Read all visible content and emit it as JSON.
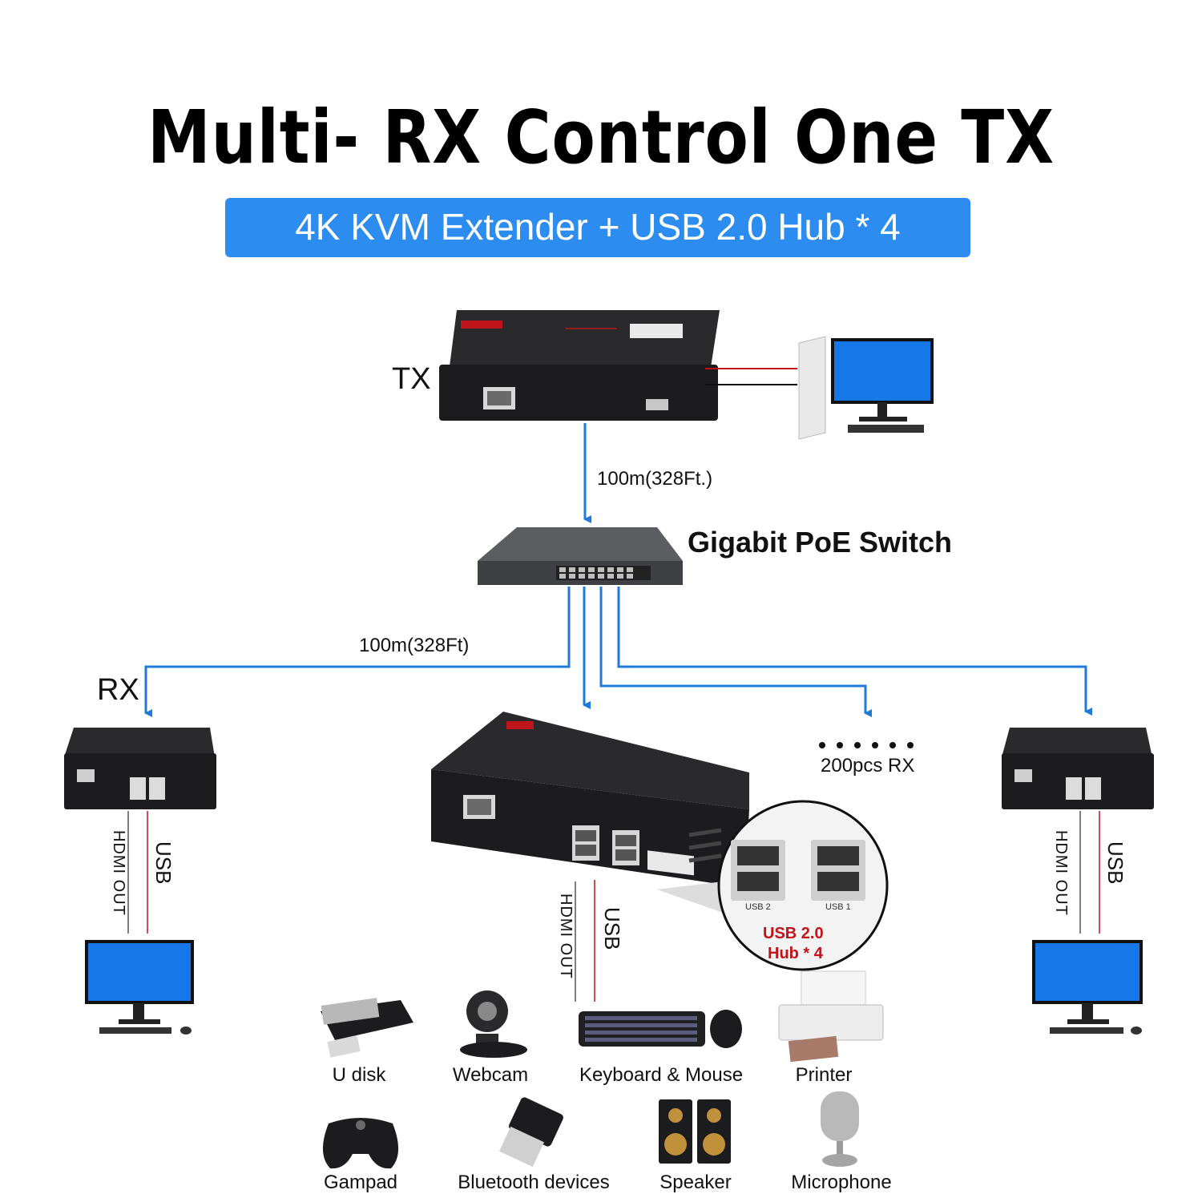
{
  "title": "Multi- RX  Control  One TX",
  "subtitle": "4K KVM Extender + USB 2.0  Hub * 4",
  "labels": {
    "tx": "TX",
    "rx": "RX",
    "switch": "Gigabit  PoE  Switch",
    "distance_top": "100m(328Ft.)",
    "distance_bottom": "100m(328Ft)",
    "more_rx": "200pcs RX",
    "hdmi_out": "HDMI OUT",
    "usb": "USB",
    "hub_callout_line1": "USB 2.0",
    "hub_callout_line2": "Hub * 4",
    "usb1": "USB 1",
    "usb2": "USB 2"
  },
  "devices": [
    {
      "name": "U disk",
      "icon": "usb-flash-drive-icon"
    },
    {
      "name": "Webcam",
      "icon": "webcam-icon"
    },
    {
      "name": "Keyboard & Mouse",
      "icon": "keyboard-mouse-icon"
    },
    {
      "name": "Printer",
      "icon": "printer-icon"
    },
    {
      "name": "Gampad",
      "icon": "gamepad-icon"
    },
    {
      "name": "Bluetooth devices",
      "icon": "bluetooth-dongle-icon"
    },
    {
      "name": "Speaker",
      "icon": "speaker-icon"
    },
    {
      "name": "Microphone",
      "icon": "microphone-icon"
    }
  ],
  "colors": {
    "accent_blue": "#2d8cf0",
    "cable_blue": "#1e7bd8",
    "device_black": "#1c1c1e",
    "label_red": "#c0141b",
    "monitor_blue": "#1677e8"
  }
}
